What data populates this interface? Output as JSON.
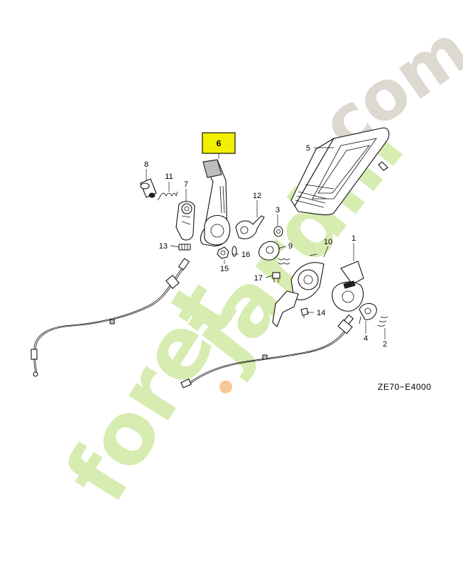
{
  "diagram": {
    "code": "ZE70−E4000",
    "highlight_color": "#f2f000",
    "callouts": {
      "p1": "1",
      "p2": "2",
      "p3": "3",
      "p4": "4",
      "p5": "5",
      "p6": "6",
      "p7": "7",
      "p8": "8",
      "p9": "9",
      "p10": "10",
      "p11": "11",
      "p12": "12",
      "p13": "13",
      "p14": "14",
      "p15": "15",
      "p16": "16",
      "p17": "17"
    }
  },
  "watermark": {
    "text_a": "foret",
    "text_b": "jardin",
    "text_c": ".com",
    "colors": {
      "green": "#d6ecb0",
      "orange": "#f5c894",
      "grey": "#ddd8d0"
    }
  }
}
